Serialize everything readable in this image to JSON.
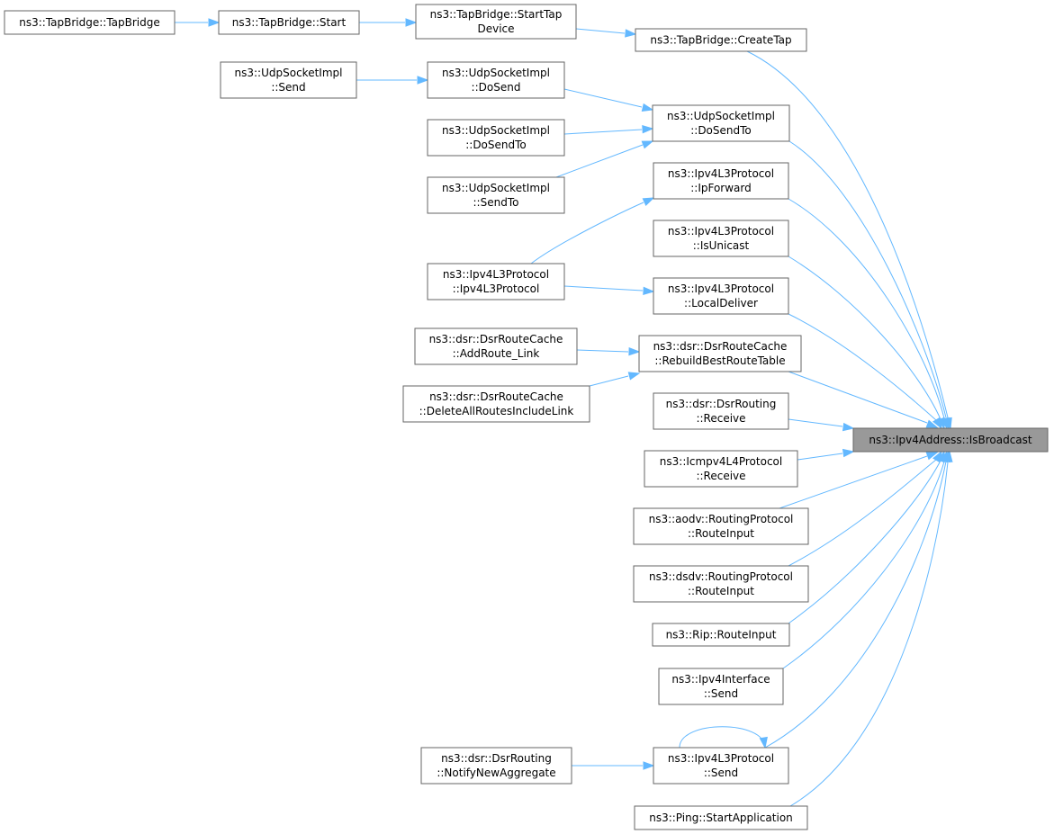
{
  "diagram": {
    "nodes": [
      {
        "id": "tb_ctor",
        "lines": [
          "ns3::TapBridge::TapBridge"
        ]
      },
      {
        "id": "tb_start",
        "lines": [
          "ns3::TapBridge::Start"
        ]
      },
      {
        "id": "tb_starttap",
        "lines": [
          "ns3::TapBridge::StartTap",
          "Device"
        ]
      },
      {
        "id": "tb_createtap",
        "lines": [
          "ns3::TapBridge::CreateTap"
        ]
      },
      {
        "id": "udp_send",
        "lines": [
          "ns3::UdpSocketImpl",
          "::Send"
        ]
      },
      {
        "id": "udp_dosend",
        "lines": [
          "ns3::UdpSocketImpl",
          "::DoSend"
        ]
      },
      {
        "id": "udp_dosendto_l",
        "lines": [
          "ns3::UdpSocketImpl",
          "::DoSendTo"
        ]
      },
      {
        "id": "udp_sendto",
        "lines": [
          "ns3::UdpSocketImpl",
          "::SendTo"
        ]
      },
      {
        "id": "udp_dosendto",
        "lines": [
          "ns3::UdpSocketImpl",
          "::DoSendTo"
        ]
      },
      {
        "id": "ipv4_ipforward",
        "lines": [
          "ns3::Ipv4L3Protocol",
          "::IpForward"
        ]
      },
      {
        "id": "ipv4_isunicast",
        "lines": [
          "ns3::Ipv4L3Protocol",
          "::IsUnicast"
        ]
      },
      {
        "id": "ipv4_ctor",
        "lines": [
          "ns3::Ipv4L3Protocol",
          "::Ipv4L3Protocol"
        ]
      },
      {
        "id": "ipv4_localdeliver",
        "lines": [
          "ns3::Ipv4L3Protocol",
          "::LocalDeliver"
        ]
      },
      {
        "id": "dsr_addroute",
        "lines": [
          "ns3::dsr::DsrRouteCache",
          "::AddRoute_Link"
        ]
      },
      {
        "id": "dsr_deleteall",
        "lines": [
          "ns3::dsr::DsrRouteCache",
          "::DeleteAllRoutesIncludeLink"
        ]
      },
      {
        "id": "dsr_rebuild",
        "lines": [
          "ns3::dsr::DsrRouteCache",
          "::RebuildBestRouteTable"
        ]
      },
      {
        "id": "dsr_receive",
        "lines": [
          "ns3::dsr::DsrRouting",
          "::Receive"
        ]
      },
      {
        "id": "icmp_receive",
        "lines": [
          "ns3::Icmpv4L4Protocol",
          "::Receive"
        ]
      },
      {
        "id": "aodv_routeinput",
        "lines": [
          "ns3::aodv::RoutingProtocol",
          "::RouteInput"
        ]
      },
      {
        "id": "dsdv_routeinput",
        "lines": [
          "ns3::dsdv::RoutingProtocol",
          "::RouteInput"
        ]
      },
      {
        "id": "rip_routeinput",
        "lines": [
          "ns3::Rip::RouteInput"
        ]
      },
      {
        "id": "ipv4if_send",
        "lines": [
          "ns3::Ipv4Interface",
          "::Send"
        ]
      },
      {
        "id": "dsr_notify",
        "lines": [
          "ns3::dsr::DsrRouting",
          "::NotifyNewAggregate"
        ]
      },
      {
        "id": "ipv4_send",
        "lines": [
          "ns3::Ipv4L3Protocol",
          "::Send"
        ]
      },
      {
        "id": "ping_start",
        "lines": [
          "ns3::Ping::StartApplication"
        ]
      },
      {
        "id": "isbroadcast",
        "lines": [
          "ns3::Ipv4Address::IsBroadcast"
        ],
        "focus": true
      }
    ],
    "colors": {
      "edge": "#63b8ff",
      "node_border": "#666666",
      "focus_fill": "#999999"
    }
  }
}
